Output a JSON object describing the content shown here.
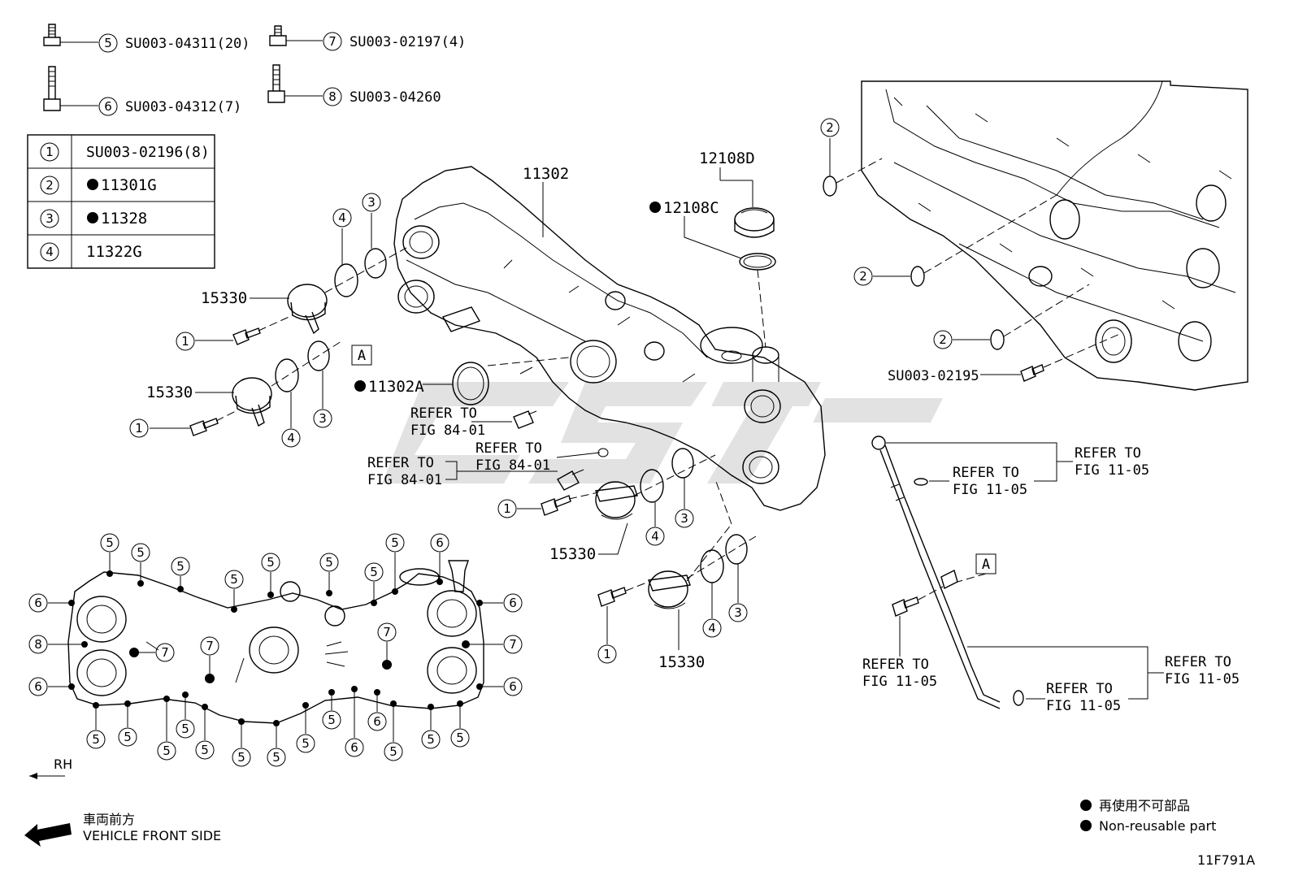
{
  "diagram_code": "11F791A",
  "legend": {
    "marker_meaning_jp": "再使用不可部品",
    "marker_meaning_en": "Non-reusable part"
  },
  "direction": {
    "rh_label": "RH",
    "front_jp": "車両前方",
    "front_en": "VEHICLE FRONT SIDE"
  },
  "bolt_callouts": [
    {
      "num": "5",
      "part": "SU003-04311(20)"
    },
    {
      "num": "6",
      "part": "SU003-04312(7)"
    },
    {
      "num": "7",
      "part": "SU003-02197(4)"
    },
    {
      "num": "8",
      "part": "SU003-04260"
    }
  ],
  "parts_table": [
    {
      "num": "1",
      "part": "SU003-02196(8)",
      "non_reusable": false
    },
    {
      "num": "2",
      "part": "11301G",
      "non_reusable": true
    },
    {
      "num": "3",
      "part": "11328",
      "non_reusable": true
    },
    {
      "num": "4",
      "part": "11322G",
      "non_reusable": false
    }
  ],
  "labels": {
    "cover": "11302",
    "cap": "12108D",
    "cap_gasket": "12108C",
    "seal": "11302A",
    "solenoid": "15330",
    "plug": "SU003-02195",
    "ref_a": "A"
  },
  "refer": {
    "refer_to": "REFER TO",
    "fig_84": "FIG 84-01",
    "fig_11": "FIG 11-05"
  }
}
